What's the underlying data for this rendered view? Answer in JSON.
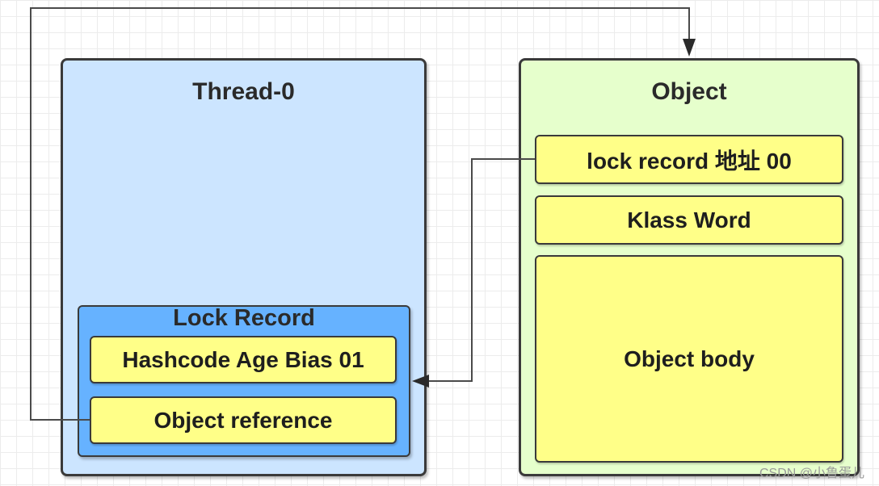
{
  "thread": {
    "title": "Thread-0",
    "lock_record": {
      "title": "Lock Record",
      "hashcode_cell": "Hashcode Age Bias 01",
      "reference_cell": "Object reference"
    }
  },
  "object": {
    "title": "Object",
    "mark_word_cell": "lock record 地址 00",
    "klass_word_cell": "Klass Word",
    "body_cell": "Object body"
  },
  "watermark": "CSDN @小鲁蛋儿",
  "colors": {
    "thread_fill": "#cce5ff",
    "lock_record_fill": "#66b2ff",
    "object_fill": "#e6ffcc",
    "cell_fill": "#ffff88",
    "line": "#4a4a4a"
  }
}
